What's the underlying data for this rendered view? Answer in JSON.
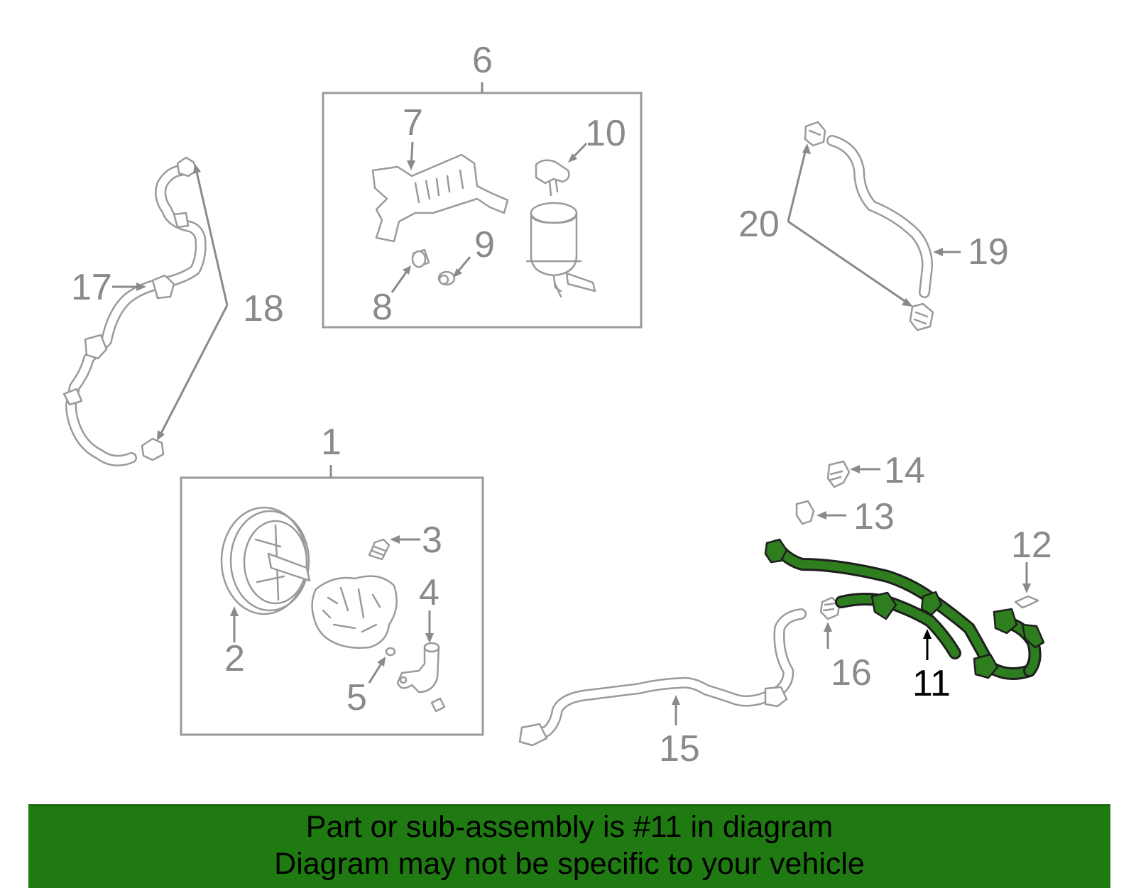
{
  "callouts": {
    "c1": "1",
    "c2": "2",
    "c3": "3",
    "c4": "4",
    "c5": "5",
    "c6": "6",
    "c7": "7",
    "c8": "8",
    "c9": "9",
    "c10": "10",
    "c11": "11",
    "c12": "12",
    "c13": "13",
    "c14": "14",
    "c15": "15",
    "c16": "16",
    "c17": "17",
    "c18": "18",
    "c19": "19",
    "c20": "20"
  },
  "highlighted_part": "11",
  "colors": {
    "highlight": "#2e7d1e",
    "banner": "#1f7a12",
    "linework": "#9a9a9a"
  },
  "banner": {
    "line1": "Part or sub-assembly is #11 in diagram",
    "line2": "Diagram may not be specific to your vehicle"
  }
}
